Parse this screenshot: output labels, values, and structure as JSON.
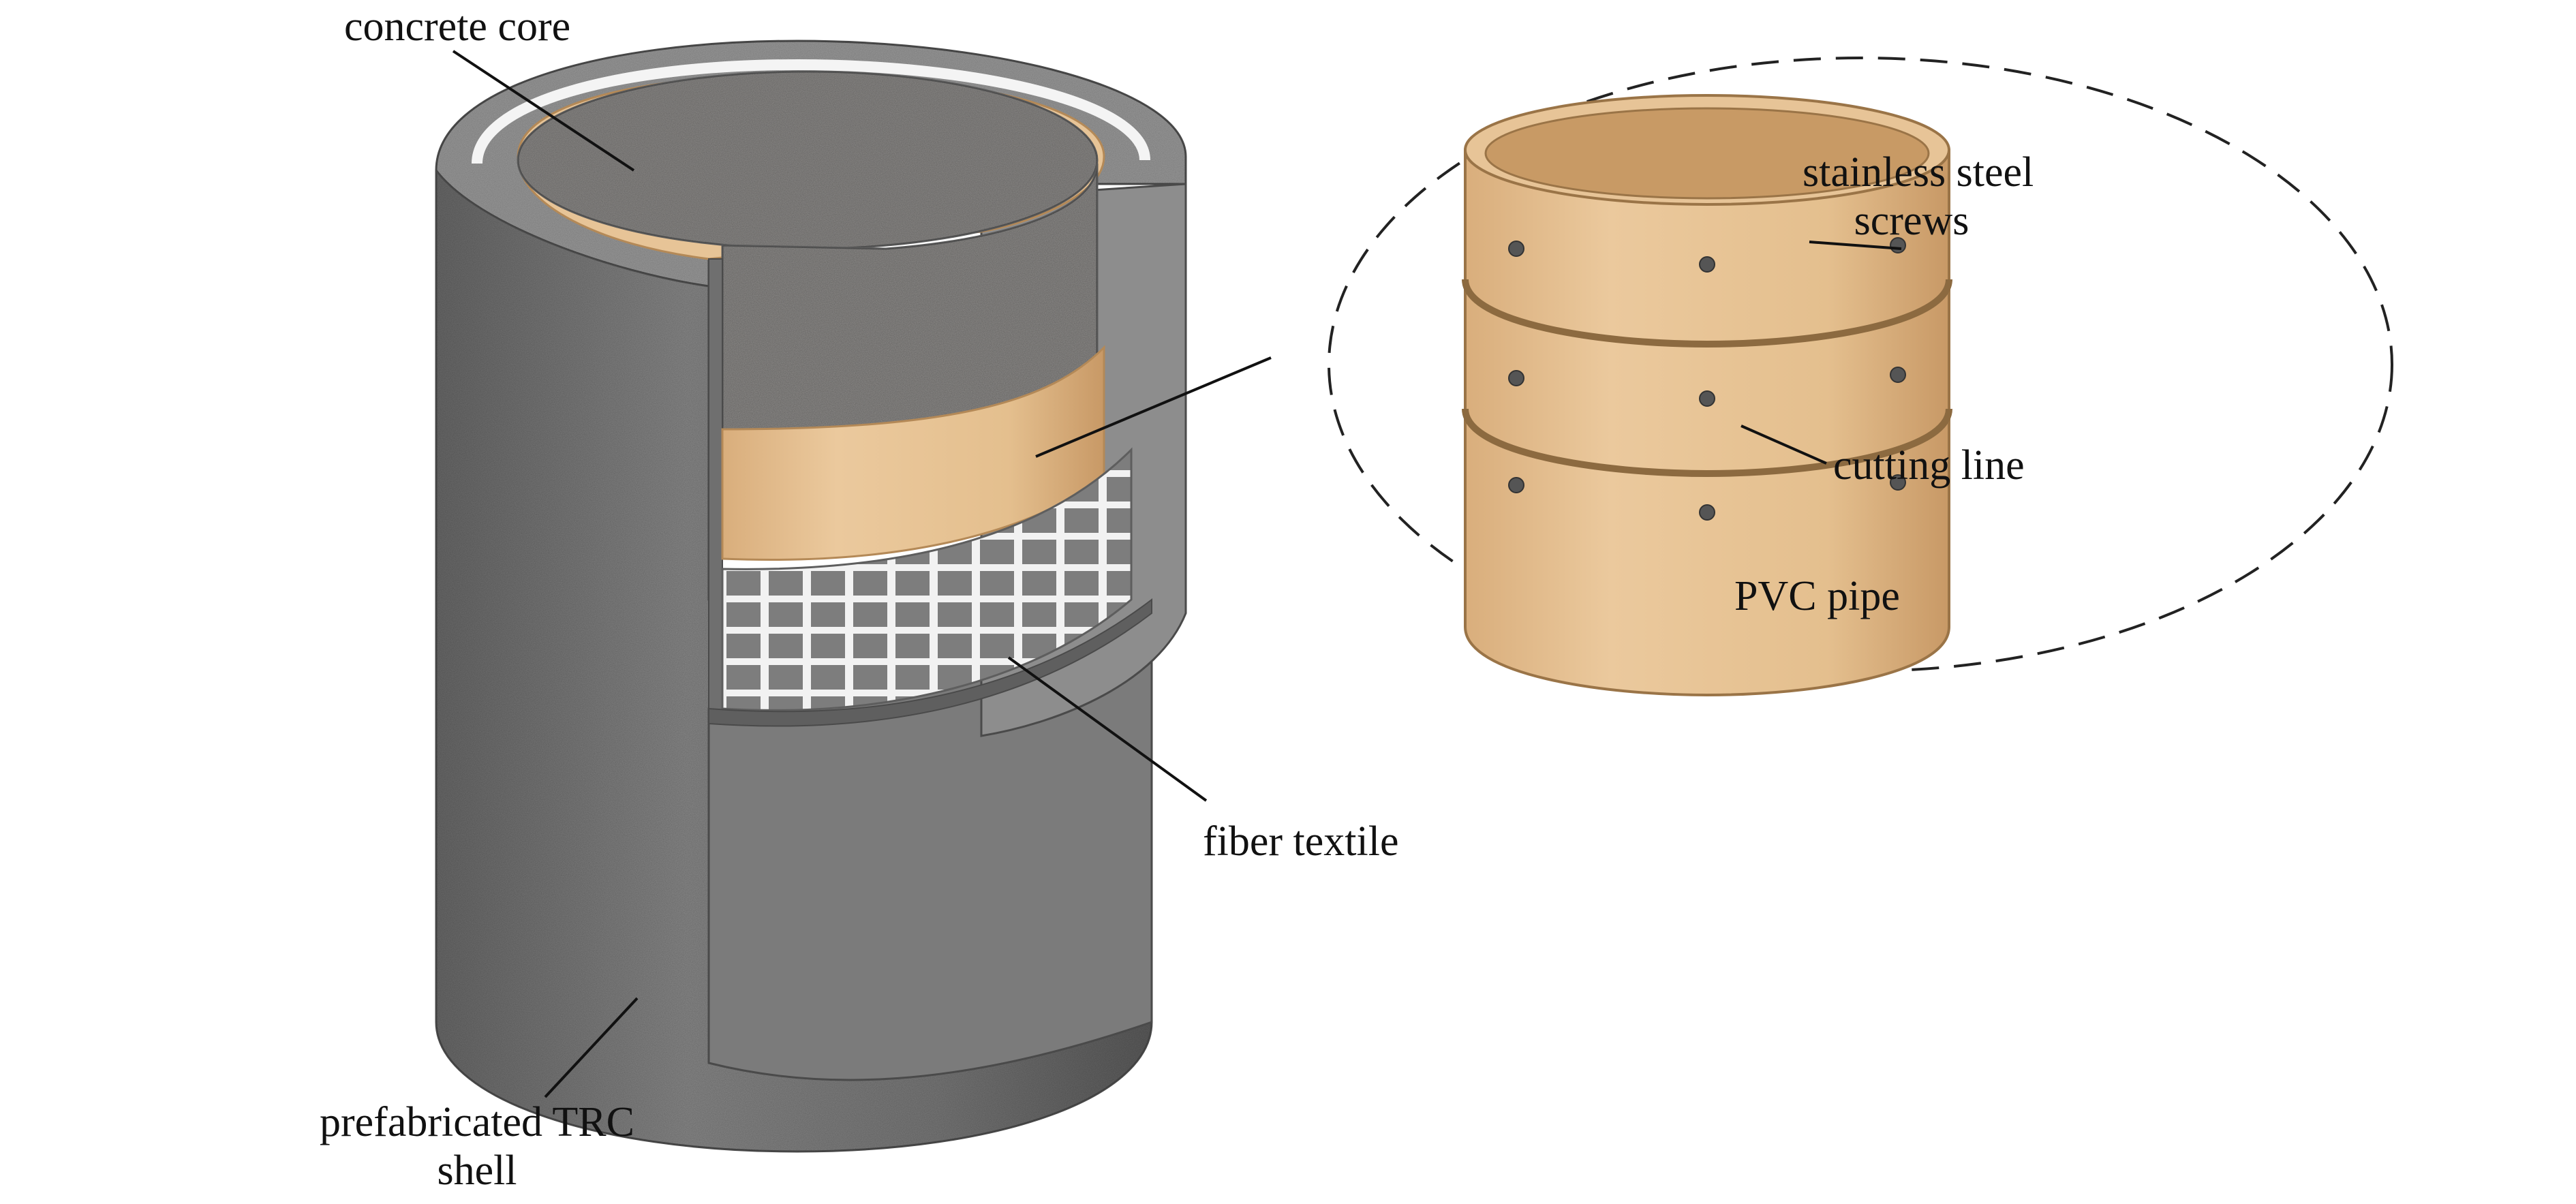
{
  "labels": {
    "concrete_core": "concrete core",
    "stainless_steel_screws_line1": "stainless steel",
    "stainless_steel_screws_line2": "screws",
    "cutting_line": "cutting line",
    "pvc_pipe": "PVC pipe",
    "fiber_textile": "fiber textile",
    "trc_shell_line1": "prefabricated TRC",
    "trc_shell_line2": "shell"
  },
  "colors": {
    "shell_gray": "#808080",
    "shell_dark": "#5f5f5f",
    "core_gray": "#8c8a88",
    "pvc_tan": "#e7c497",
    "pvc_dark": "#c99d6a",
    "textile_white": "#f4f4f4",
    "line_black": "#111111"
  }
}
